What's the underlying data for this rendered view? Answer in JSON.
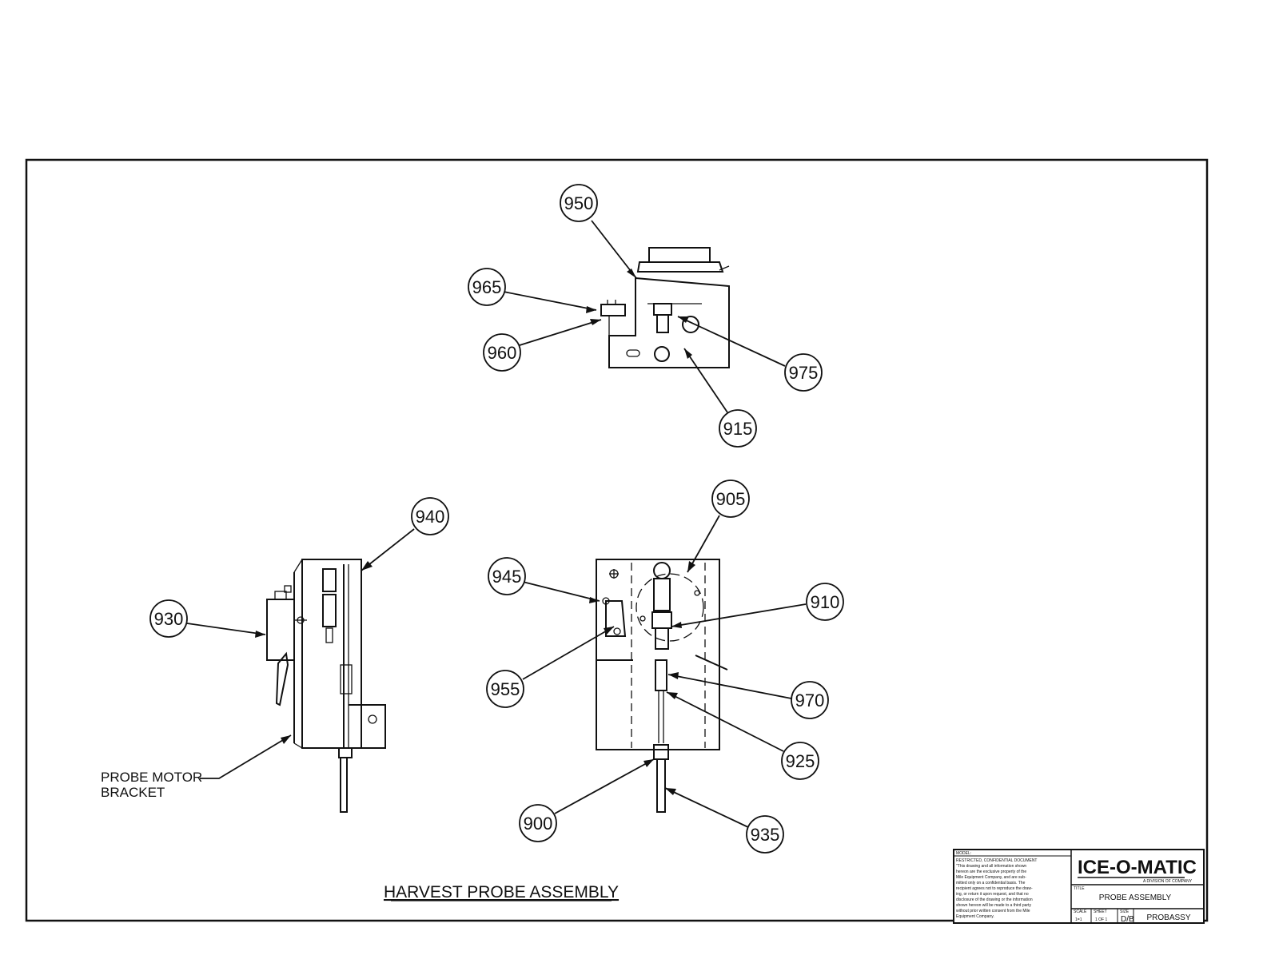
{
  "callouts": [
    "950",
    "965",
    "960",
    "975",
    "915",
    "940",
    "930",
    "905",
    "945",
    "910",
    "955",
    "970",
    "925",
    "900",
    "935"
  ],
  "probe_motor_bracket_label": [
    "PROBE MOTOR",
    "BRACKET"
  ],
  "drawing_title": "HARVEST PROBE ASSEMBLY",
  "title_block": {
    "model_label": "MODEL:",
    "notice_heading": "RESTRICTED, CONFIDENTIAL DOCUMENT",
    "notice_lines": [
      "\"This drawing and all information shown",
      "hereon are the exclusive property of the",
      "Mile Equipment Company, and are sub-",
      "mitted only on a confidential basis. The",
      "recipient agrees not to reproduce the draw-",
      "ing, or return it upon request, and that no",
      "disclosure of the drawing or the information",
      "shown hereon will be made to a third party",
      "without prior written consent from the Mile",
      "Equipment Company."
    ],
    "company": "ICE-O-MATIC",
    "company_sub": "A DIVISION OF COMPANY",
    "title_label": "TITLE",
    "title": "PROBE ASSEMBLY",
    "scale_label": "SCALE",
    "scale": "1=1",
    "sheet_label": "SHEET",
    "sheet": "1 OF 1",
    "size_label": "SIZE",
    "size": "D/B",
    "drawing_number": "PROBASSY"
  }
}
